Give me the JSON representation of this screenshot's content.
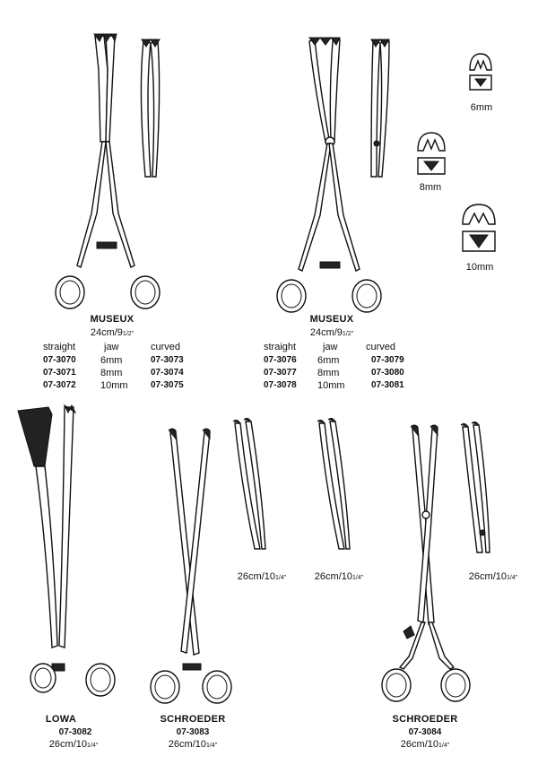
{
  "museux_left": {
    "title": "MUSEUX",
    "size_main": "24cm/9",
    "size_frac": "1/2\"",
    "headers": [
      "straight",
      "jaw",
      "curved"
    ],
    "rows": [
      {
        "straight": "07-3070",
        "jaw": "6mm",
        "curved": "07-3073"
      },
      {
        "straight": "07-3071",
        "jaw": "8mm",
        "curved": "07-3074"
      },
      {
        "straight": "07-3072",
        "jaw": "10mm",
        "curved": "07-3075"
      }
    ]
  },
  "museux_right": {
    "title": "MUSEUX",
    "size_main": "24cm/9",
    "size_frac": "1/2\"",
    "headers": [
      "straight",
      "jaw",
      "curved"
    ],
    "rows": [
      {
        "straight": "07-3076",
        "jaw": "6mm",
        "curved": "07-3079"
      },
      {
        "straight": "07-3077",
        "jaw": "8mm",
        "curved": "07-3080"
      },
      {
        "straight": "07-3078",
        "jaw": "10mm",
        "curved": "07-3081"
      }
    ]
  },
  "jaw_sizes": [
    "6mm",
    "8mm",
    "10mm"
  ],
  "lowa": {
    "title": "LOWA",
    "code": "07-3082",
    "size_main": "26cm/10",
    "size_frac": "1/4\""
  },
  "schroeder_1": {
    "title": "SCHROEDER",
    "code": "07-3083",
    "size_main": "26cm/10",
    "size_frac": "1/4\""
  },
  "schroeder_2": {
    "title": "SCHROEDER",
    "code": "07-3084",
    "size_main": "26cm/10",
    "size_frac": "1/4\""
  },
  "tip_sizes": [
    {
      "main": "26cm/10",
      "frac": "1/4\""
    },
    {
      "main": "26cm/10",
      "frac": "1/4\""
    },
    {
      "main": "26cm/10",
      "frac": "1/4\""
    }
  ]
}
